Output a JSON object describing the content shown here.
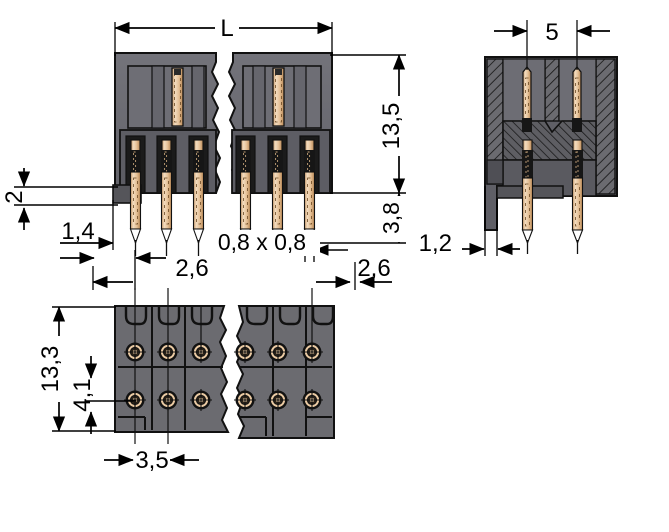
{
  "drawing": {
    "title": "PCB connector technical drawing",
    "kind": "engineering-dimension-drawing",
    "units": "mm",
    "decimal_separator": ",",
    "colors": {
      "body_gray": "#6b6b70",
      "body_gray_dark": "#55555a",
      "body_shadow": "#3a3a3f",
      "outline": "#111111",
      "pin_metal": "#e9c9a2",
      "pin_metal_dark": "#c89d6e",
      "pin_black": "#161616",
      "background": "#ffffff",
      "dimension_line": "#000000"
    },
    "views": [
      {
        "id": "front-view",
        "name": "front-elevation-view",
        "position": "top-left"
      },
      {
        "id": "side-view",
        "name": "side-section-view",
        "position": "top-right"
      },
      {
        "id": "bottom-view",
        "name": "bottom-plan-view",
        "position": "bottom-left"
      }
    ]
  },
  "dimensions": {
    "front_view": {
      "length_overall": "L",
      "height_body": "13,5",
      "height_pin_below": "3,8",
      "standoff": "2",
      "edge_offset": "1,4",
      "pin_cross_section": "0,8 x 0,8",
      "pitch_left": "2,6",
      "pitch_right": "2,6"
    },
    "side_view": {
      "row_spacing": "5",
      "wall_thickness": "1,2"
    },
    "bottom_view": {
      "width_overall": "13,3",
      "row_offset": "4,1",
      "pitch": "3,5"
    }
  },
  "labels": [
    {
      "id": "lbl-L",
      "text": "L",
      "name": "dimension-label-length"
    },
    {
      "id": "lbl-135",
      "text": "13,5",
      "name": "dimension-label-height"
    },
    {
      "id": "lbl-38",
      "text": "3,8",
      "name": "dimension-label-pin-length"
    },
    {
      "id": "lbl-2",
      "text": "2",
      "name": "dimension-label-standoff"
    },
    {
      "id": "lbl-14",
      "text": "1,4",
      "name": "dimension-label-edge-offset"
    },
    {
      "id": "lbl-08x08",
      "text": "0,8 x 0,8",
      "name": "dimension-label-pin-section"
    },
    {
      "id": "lbl-26a",
      "text": "2,6",
      "name": "dimension-label-pitch-left"
    },
    {
      "id": "lbl-26b",
      "text": "2,6",
      "name": "dimension-label-pitch-right"
    },
    {
      "id": "lbl-5",
      "text": "5",
      "name": "dimension-label-row-spacing"
    },
    {
      "id": "lbl-12",
      "text": "1,2",
      "name": "dimension-label-wall-thickness"
    },
    {
      "id": "lbl-133",
      "text": "13,3",
      "name": "dimension-label-width"
    },
    {
      "id": "lbl-41",
      "text": "4,1",
      "name": "dimension-label-row-offset"
    },
    {
      "id": "lbl-35",
      "text": "3,5",
      "name": "dimension-label-bottom-pitch"
    }
  ],
  "front_view": {
    "pin_count_lower": 6,
    "pin_count_upper": 2,
    "has_break_line": true
  },
  "side_view": {
    "pin_count": 4,
    "hatching": true
  },
  "bottom_view": {
    "columns": 6,
    "rows": 2,
    "solder_pads": 12,
    "has_break_line": true
  }
}
